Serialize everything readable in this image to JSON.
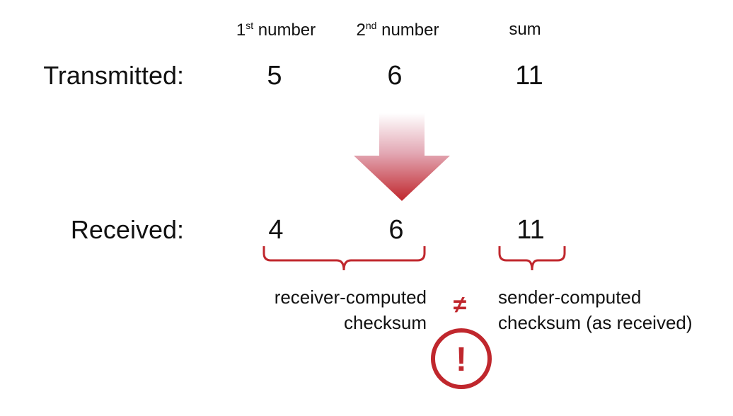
{
  "columns": {
    "first": {
      "base": "1",
      "sup": "st",
      "rest": " number"
    },
    "second": {
      "base": "2",
      "sup": "nd",
      "rest": " number"
    },
    "sum": "sum"
  },
  "transmitted": {
    "label": "Transmitted:",
    "first": "5",
    "second": "6",
    "sum": "11"
  },
  "received": {
    "label": "Received:",
    "first": "4",
    "second": "6",
    "sum": "11"
  },
  "receiver_note": {
    "line1": "receiver-computed",
    "line2": "checksum"
  },
  "sender_note": {
    "line1": "sender-computed",
    "line2": "checksum (as received)"
  },
  "not_equal_symbol": "≠",
  "alert_symbol": "!",
  "colors": {
    "accent": "#c0272d",
    "arrow_light": "#f2d0d6",
    "text": "#111111"
  },
  "icons": [
    "down-arrow-icon",
    "brace-icon",
    "alert-circle-icon"
  ]
}
